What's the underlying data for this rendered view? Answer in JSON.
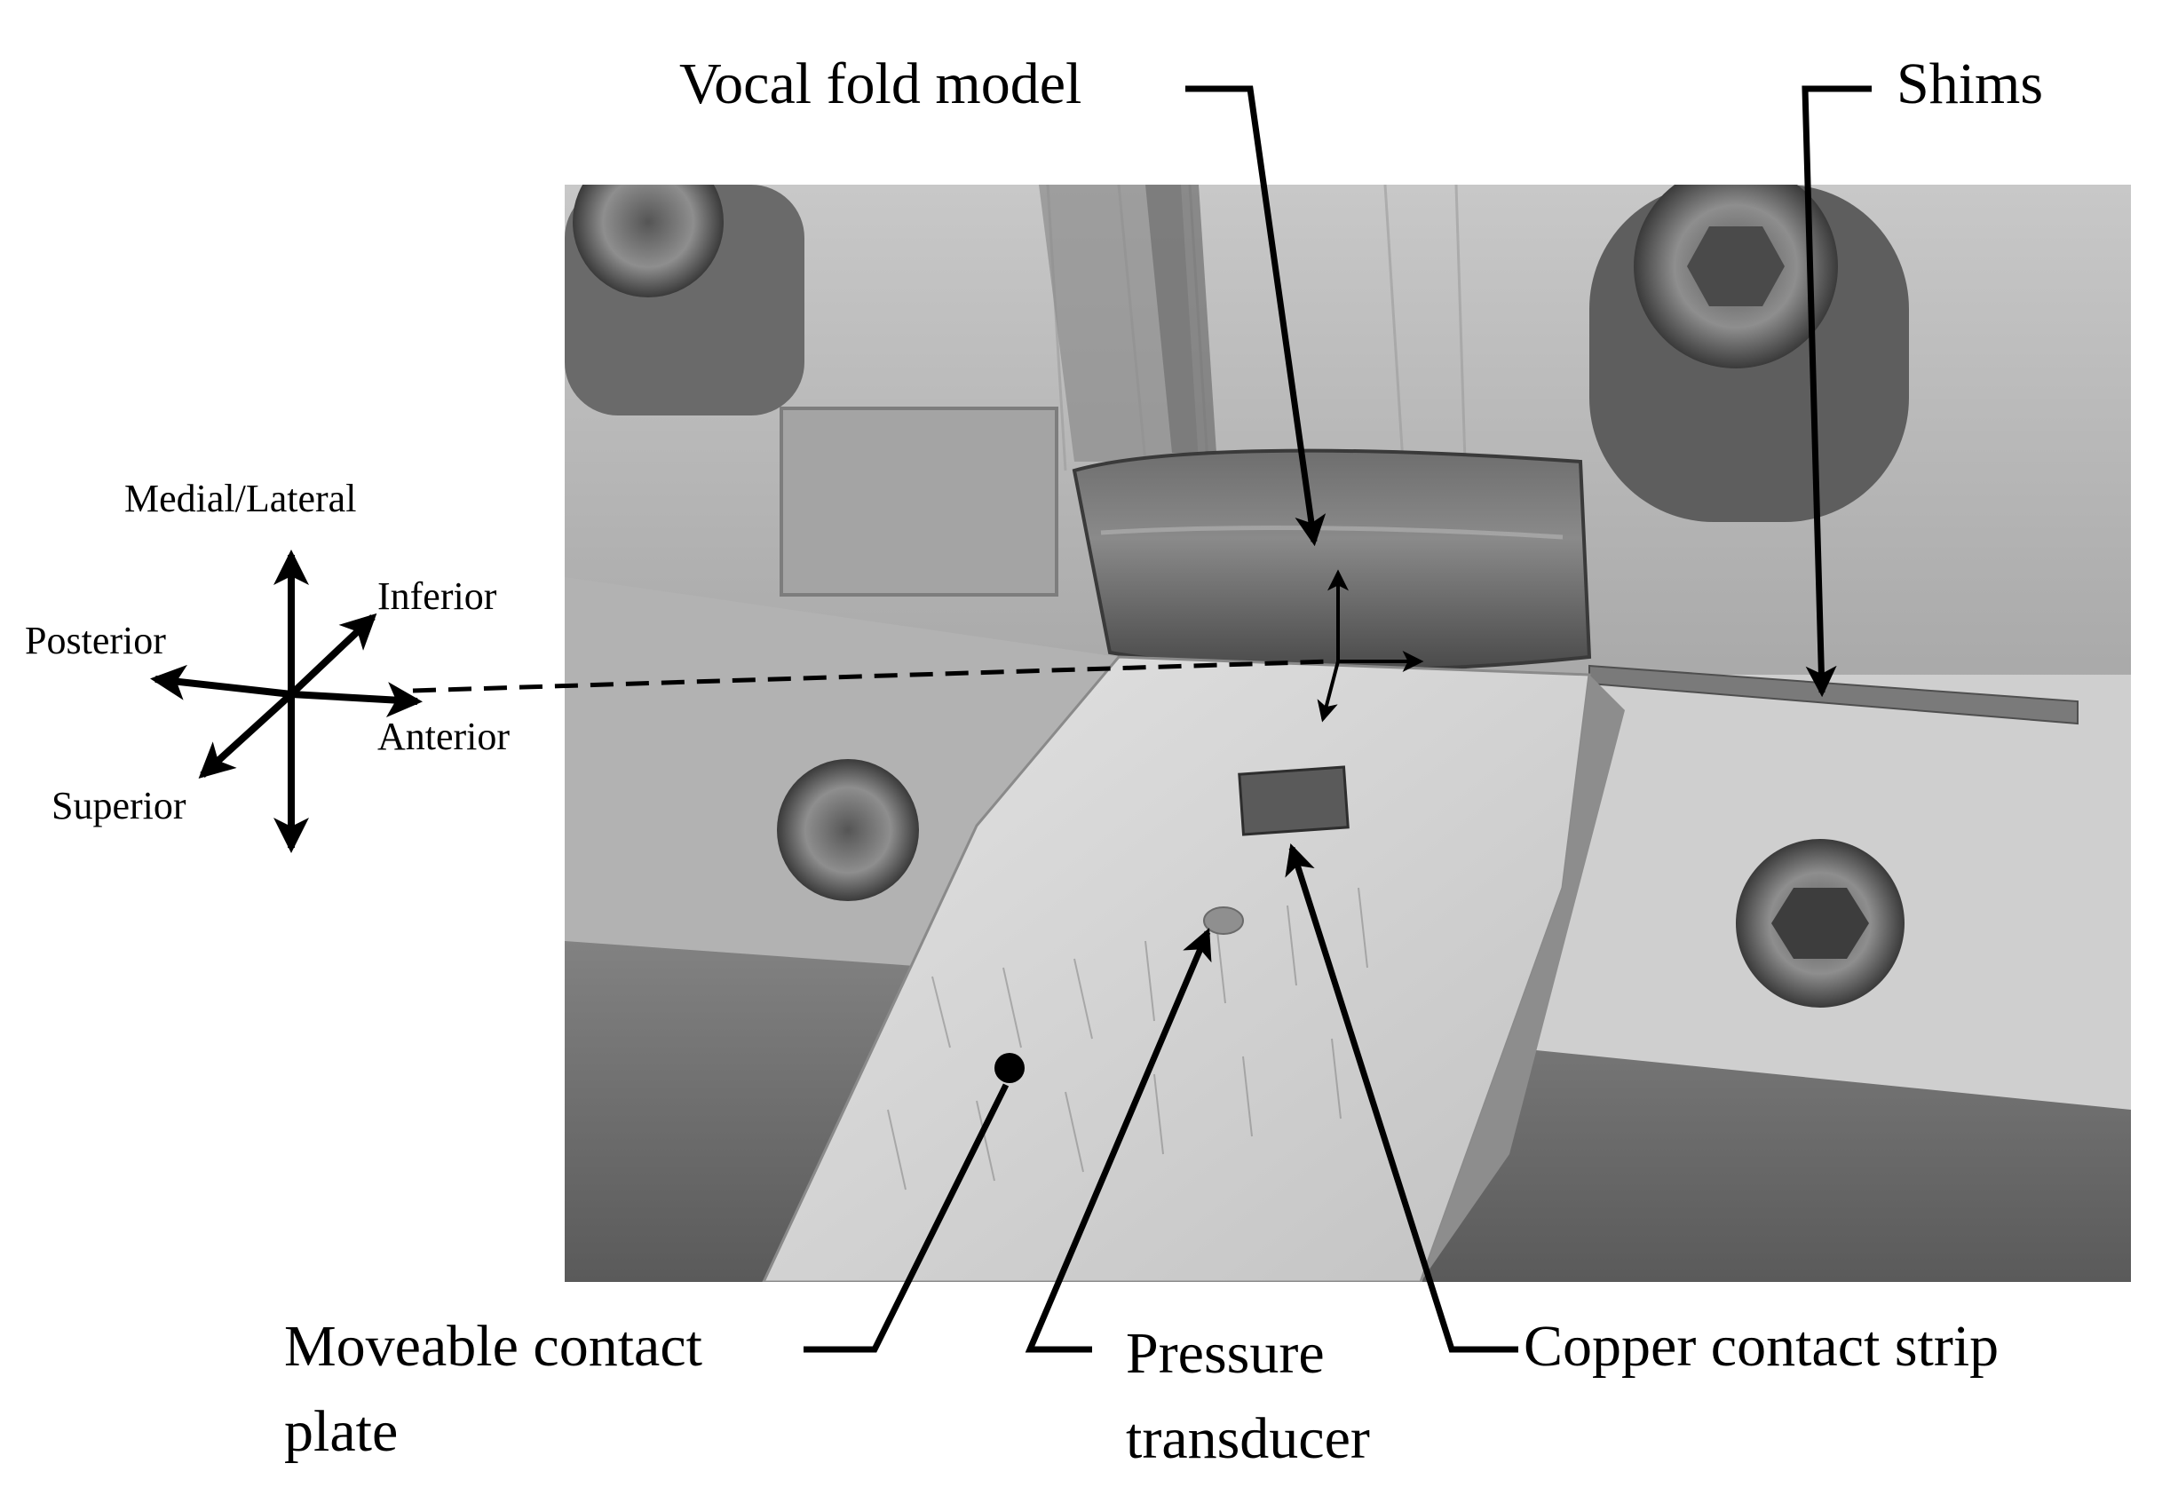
{
  "labels": {
    "vocal_fold_model": "Vocal fold model",
    "shims": "Shims",
    "moveable_contact_plate_line1": "Moveable contact",
    "moveable_contact_plate_line2": "plate",
    "pressure_transducer_line1": "Pressure",
    "pressure_transducer_line2": "transducer",
    "copper_contact_strip": "Copper contact strip"
  },
  "axes": {
    "medial_lateral": "Medial/Lateral",
    "inferior": "Inferior",
    "posterior": "Posterior",
    "anterior": "Anterior",
    "superior": "Superior"
  },
  "photo": {
    "description_icon": "grayscale-photo",
    "background_color": "#8c8c8c"
  }
}
